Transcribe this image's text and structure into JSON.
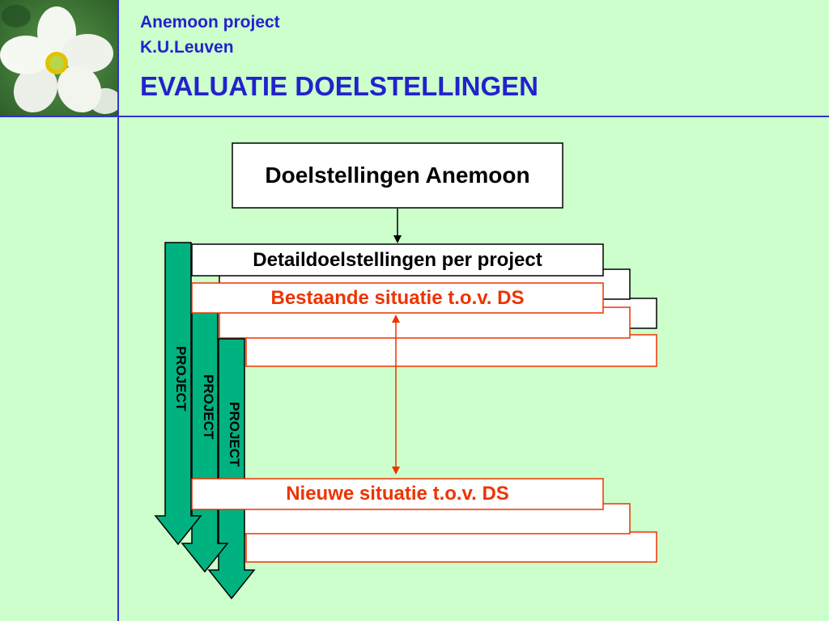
{
  "header": {
    "line1": "Anemoon project",
    "line2": "K.U.Leuven",
    "title": "EVALUATIE DOELSTELLINGEN"
  },
  "diagram": {
    "top_box": "Doelstellingen Anemoon",
    "detail_box": "Detaildoelstellingen per project",
    "current_box": "Bestaande situatie t.o.v. DS",
    "new_box": "Nieuwe situatie t.o.v. DS",
    "arrow_labels": [
      "PROJECT",
      "PROJECT",
      "PROJECT"
    ]
  },
  "colors": {
    "background": "#ccffcc",
    "header_text": "#2222cc",
    "divider": "#3333cc",
    "arrow_fill": "#00b280",
    "highlight_text": "#ee3300",
    "highlight_border": "#ee3300"
  }
}
